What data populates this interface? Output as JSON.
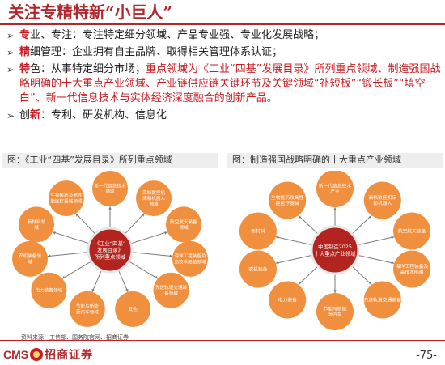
{
  "title": "关注专精特新“小巨人”",
  "bullets": [
    {
      "lead": "专",
      "rest": "业、专注：专注特定细分领域、产品专业强、专业化发展战略；"
    },
    {
      "lead": "精",
      "rest": "细管理：企业拥有自主品牌、取得相关管理体系认证；"
    },
    {
      "lead": "特",
      "rest_before": "色：从事特定细分市场；",
      "rest_red": "重点领域为《工业“四基”发展目录》所列重点领域、制造强国战略明确的十大重点产业领域、产业链供应链关键环节及关键领域“补短板”“锻长板”“填空白”、新一代信息技术与实体经济深度融合的创新产品。"
    },
    {
      "prefix": "创",
      "lead": "新",
      "rest": "：专利、研发机构、信息化"
    }
  ],
  "left_panel": {
    "caption": "图：《工业“四基”发展目录》所列重点领域",
    "center": [
      "《工业“四基”",
      "发展目录》",
      "所列重点领域"
    ],
    "nodes": [
      [
        "新一代信息技术",
        "领域"
      ],
      [
        "高档数控机",
        "床和机器人",
        "领域"
      ],
      [
        "航空航天装备",
        "领域"
      ],
      [
        "海洋工程装备及",
        "高技术船舶领域"
      ],
      [
        "先进轨道交通装",
        "备领域"
      ],
      [
        "其他"
      ],
      [
        "节能与新能",
        "源汽车领域"
      ],
      [
        "电力装备领域"
      ],
      [
        "农机装备领",
        "域"
      ],
      [
        "新材料领",
        "域"
      ],
      [
        "生物医药及高性",
        "能医疗器械领域"
      ]
    ]
  },
  "right_panel": {
    "caption": "图：制造强国战略明确的十大重点产业领域",
    "center": [
      "中国制造2025",
      "十大重点产业领域"
    ],
    "nodes": [
      [
        "新一代信息技术",
        "产业"
      ],
      [
        "高档数控机床",
        "和机器人"
      ],
      [
        "航空航天装备"
      ],
      [
        "海洋工程装备及",
        "高技术船舶"
      ],
      [
        "先进轨道交通装备"
      ],
      [
        "节能与新能",
        "源汽车"
      ],
      [
        "电力装备"
      ],
      [
        "农机装备"
      ],
      [
        "新材料"
      ],
      [
        "生物医药及高性",
        "能医疗器械"
      ]
    ]
  },
  "source": "资料来源：工信部、国务院官网、招商证券",
  "logo": {
    "latin": "CMS",
    "cn": "招商证券"
  },
  "page_number": "-75-",
  "colors": {
    "accent": "#c81e23",
    "node_fill": "#f08f3e",
    "center_fill": "#b3241f"
  }
}
